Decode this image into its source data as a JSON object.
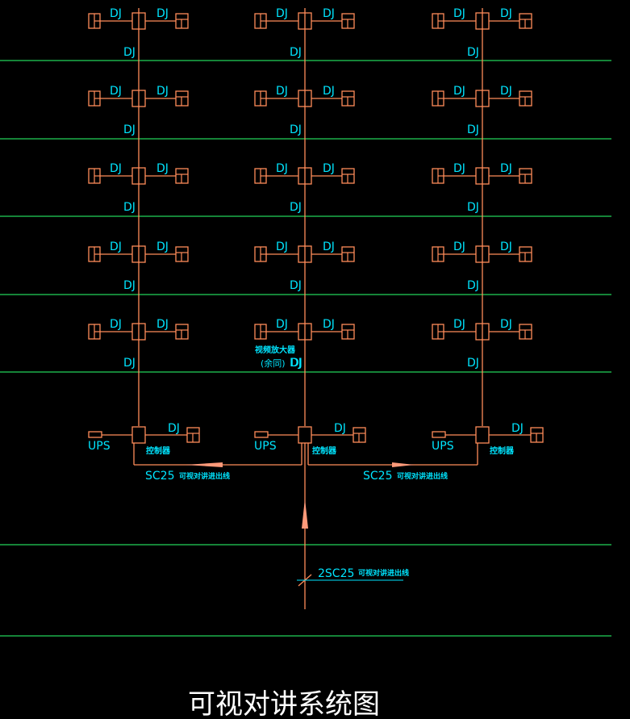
{
  "colors": {
    "background": "#000000",
    "floor_line": "#22d35a",
    "wiring": "#ff8c5a",
    "text": "#00e5ff",
    "arrow": "#ff9a7a"
  },
  "labels": {
    "dj": "DJ",
    "ups": "UPS",
    "controller": "控制器",
    "amp_line1": "视频放大器",
    "amp_line2": "(余同)",
    "branch_conduit": "SC25",
    "branch_note": "可视对讲进出线",
    "trunk_conduit": "2SC25",
    "trunk_note": "可视对讲进出线"
  },
  "title": "可视对讲系统图"
}
